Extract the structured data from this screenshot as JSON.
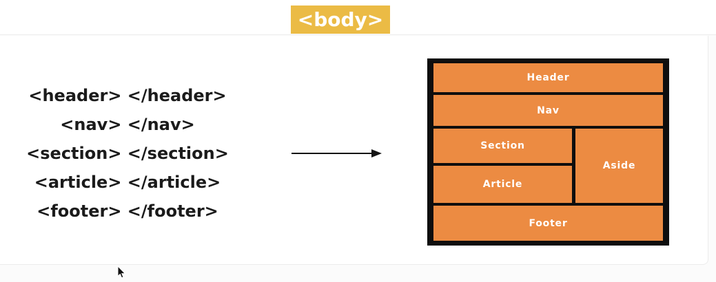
{
  "colors": {
    "accent-yellow": "#EBBB45",
    "accent-orange": "#EC8B42",
    "frame-black": "#0E0E0E",
    "text-dark": "#1B1B1B",
    "panel-border": "#ECECEC"
  },
  "title": {
    "label": "<body>"
  },
  "tag_list": {
    "items": [
      {
        "text": "<header> </header>"
      },
      {
        "text": "<nav> </nav>"
      },
      {
        "text": "<section> </section>"
      },
      {
        "text": "<article> </article>"
      },
      {
        "text": "<footer> </footer>"
      }
    ]
  },
  "arrow": {
    "icon": "right-arrow"
  },
  "diagram": {
    "boxes": [
      {
        "id": "header",
        "label": "Header"
      },
      {
        "id": "nav",
        "label": "Nav"
      },
      {
        "id": "section",
        "label": "Section"
      },
      {
        "id": "aside",
        "label": "Aside"
      },
      {
        "id": "article",
        "label": "Article"
      },
      {
        "id": "footer",
        "label": "Footer"
      }
    ]
  },
  "cursor": {
    "icon": "arrow-pointer"
  }
}
